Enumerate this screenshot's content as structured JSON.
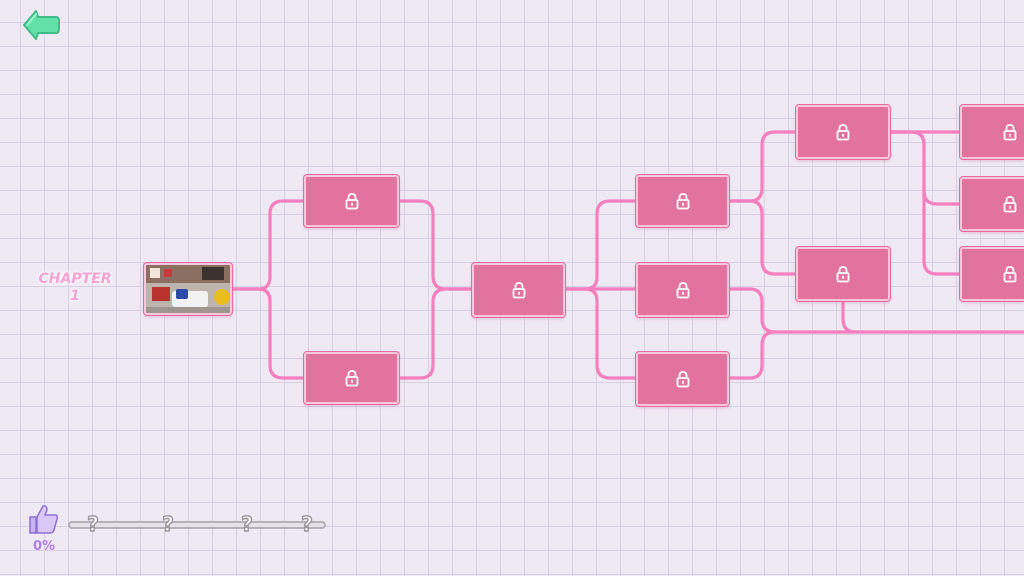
{
  "chapter": {
    "label_line1": "CHAPTER",
    "label_line2": "1"
  },
  "back_icon": "back-arrow-icon",
  "nodes": [
    {
      "id": "start",
      "state": "unlocked",
      "icon": "room-thumbnail"
    },
    {
      "id": "s1a",
      "state": "locked",
      "icon": "lock-icon"
    },
    {
      "id": "s1b",
      "state": "locked",
      "icon": "lock-icon"
    },
    {
      "id": "s2",
      "state": "locked",
      "icon": "lock-icon"
    },
    {
      "id": "s3a",
      "state": "locked",
      "icon": "lock-icon"
    },
    {
      "id": "s3b",
      "state": "locked",
      "icon": "lock-icon"
    },
    {
      "id": "s3c",
      "state": "locked",
      "icon": "lock-icon"
    },
    {
      "id": "s4a",
      "state": "locked",
      "icon": "lock-icon"
    },
    {
      "id": "s4b",
      "state": "locked",
      "icon": "lock-icon"
    },
    {
      "id": "s5a",
      "state": "locked",
      "icon": "lock-icon"
    },
    {
      "id": "s5b",
      "state": "locked",
      "icon": "lock-icon"
    },
    {
      "id": "s5c",
      "state": "locked",
      "icon": "lock-icon"
    }
  ],
  "progress": {
    "percent_text": "0%",
    "percent_value": 0,
    "milestones": [
      "?",
      "?",
      "?",
      "?"
    ],
    "icon": "thumbs-up-icon"
  },
  "colors": {
    "node_fill": "#e2739f",
    "node_border": "#f7c7dc",
    "connector": "#f77fbd",
    "chapter_text": "#f3a2d3",
    "back_button": "#62e0a8",
    "progress_accent": "#b37de6"
  }
}
